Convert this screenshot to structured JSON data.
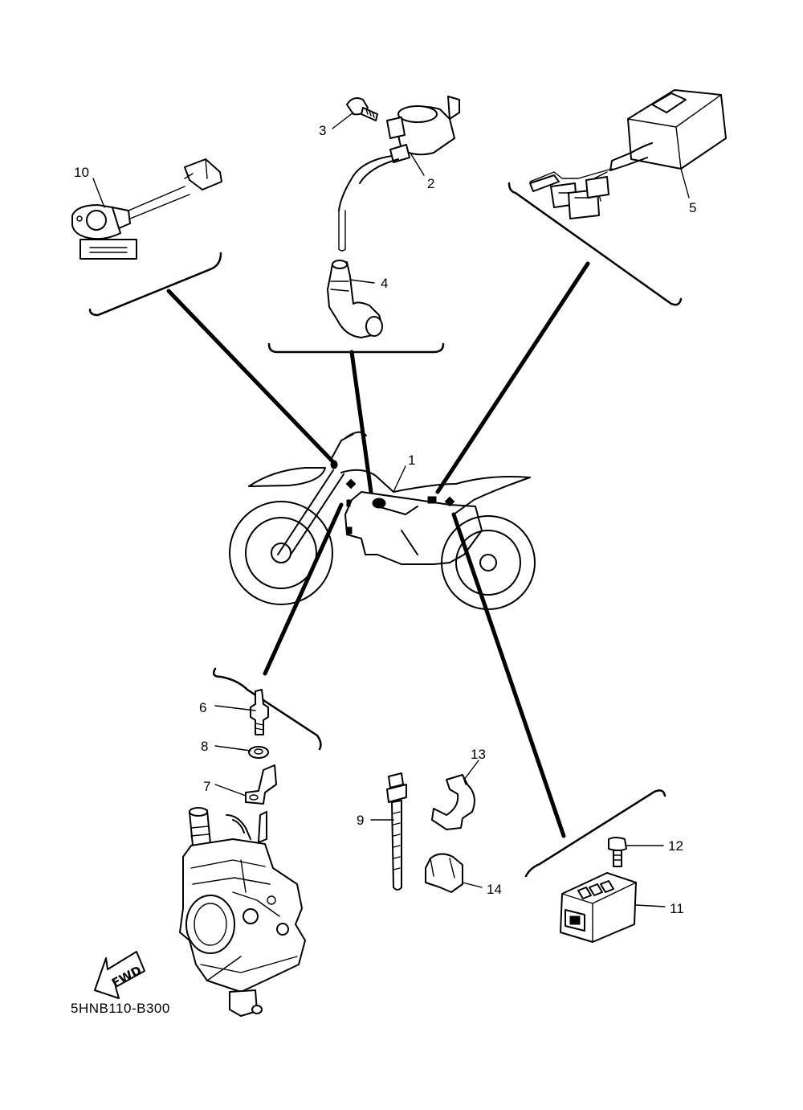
{
  "diagram": {
    "code": "5HNB110-B300",
    "fwd_label": "FWD",
    "callouts": {
      "c1": "1",
      "c2": "2",
      "c3": "3",
      "c4": "4",
      "c5": "5",
      "c6": "6",
      "c7": "7",
      "c8": "8",
      "c9": "9",
      "c10": "10",
      "c11": "11",
      "c12": "12",
      "c13": "13",
      "c14": "14"
    }
  }
}
